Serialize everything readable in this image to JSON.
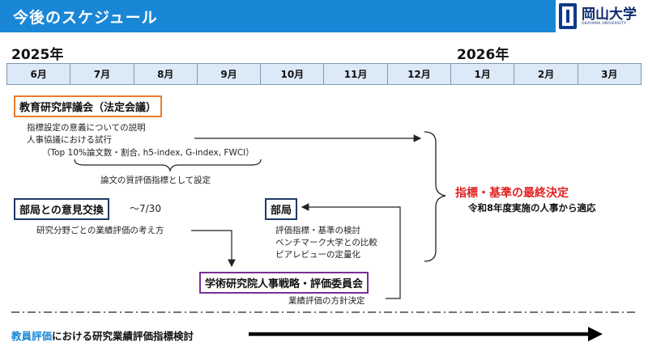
{
  "header": {
    "title": "今後のスケジュール"
  },
  "logo": {
    "name": "岡山大学",
    "subtitle": "OKAYAMA UNIVERSITY"
  },
  "years": {
    "left": "2025年",
    "right": "2026年"
  },
  "months": [
    "6月",
    "7月",
    "8月",
    "9月",
    "10月",
    "11月",
    "12月",
    "1月",
    "2月",
    "3月"
  ],
  "council": {
    "title": "教育研究評議会（法定会議）",
    "line1": "指標設定の意義についての説明",
    "line2": "人事協議における試行",
    "line3": "（Top 10%論文数・割合, h5-index, G-index, FWCI）",
    "brace_label": "論文の質評価指標として設定"
  },
  "exchange": {
    "title": "部局との意見交換",
    "deadline": "〜7/30",
    "note": "研究分野ごとの業績評価の考え方"
  },
  "bukyoku": {
    "title": "部局",
    "line1": "評価指標・基準の検討",
    "line2": "ベンチマーク大学との比較",
    "line3": "ピアレビューの定量化"
  },
  "committee": {
    "title": "学術研究院人事戦略・評価委員会",
    "note": "業績評価の方針決定"
  },
  "decision": {
    "title": "指標・基準の最終決定",
    "subtitle": "令和8年度実施の人事から適応"
  },
  "bottom": {
    "highlight": "教員評価",
    "rest": "における研究業績評価指標検討"
  },
  "colors": {
    "header_bg": "#1a86d6",
    "council_border": "#ec7b2c",
    "box_border": "#1f3a67",
    "committee_border": "#7a2f96",
    "decision_text": "#e02020",
    "month_bar_bg": "#dce9f6"
  }
}
